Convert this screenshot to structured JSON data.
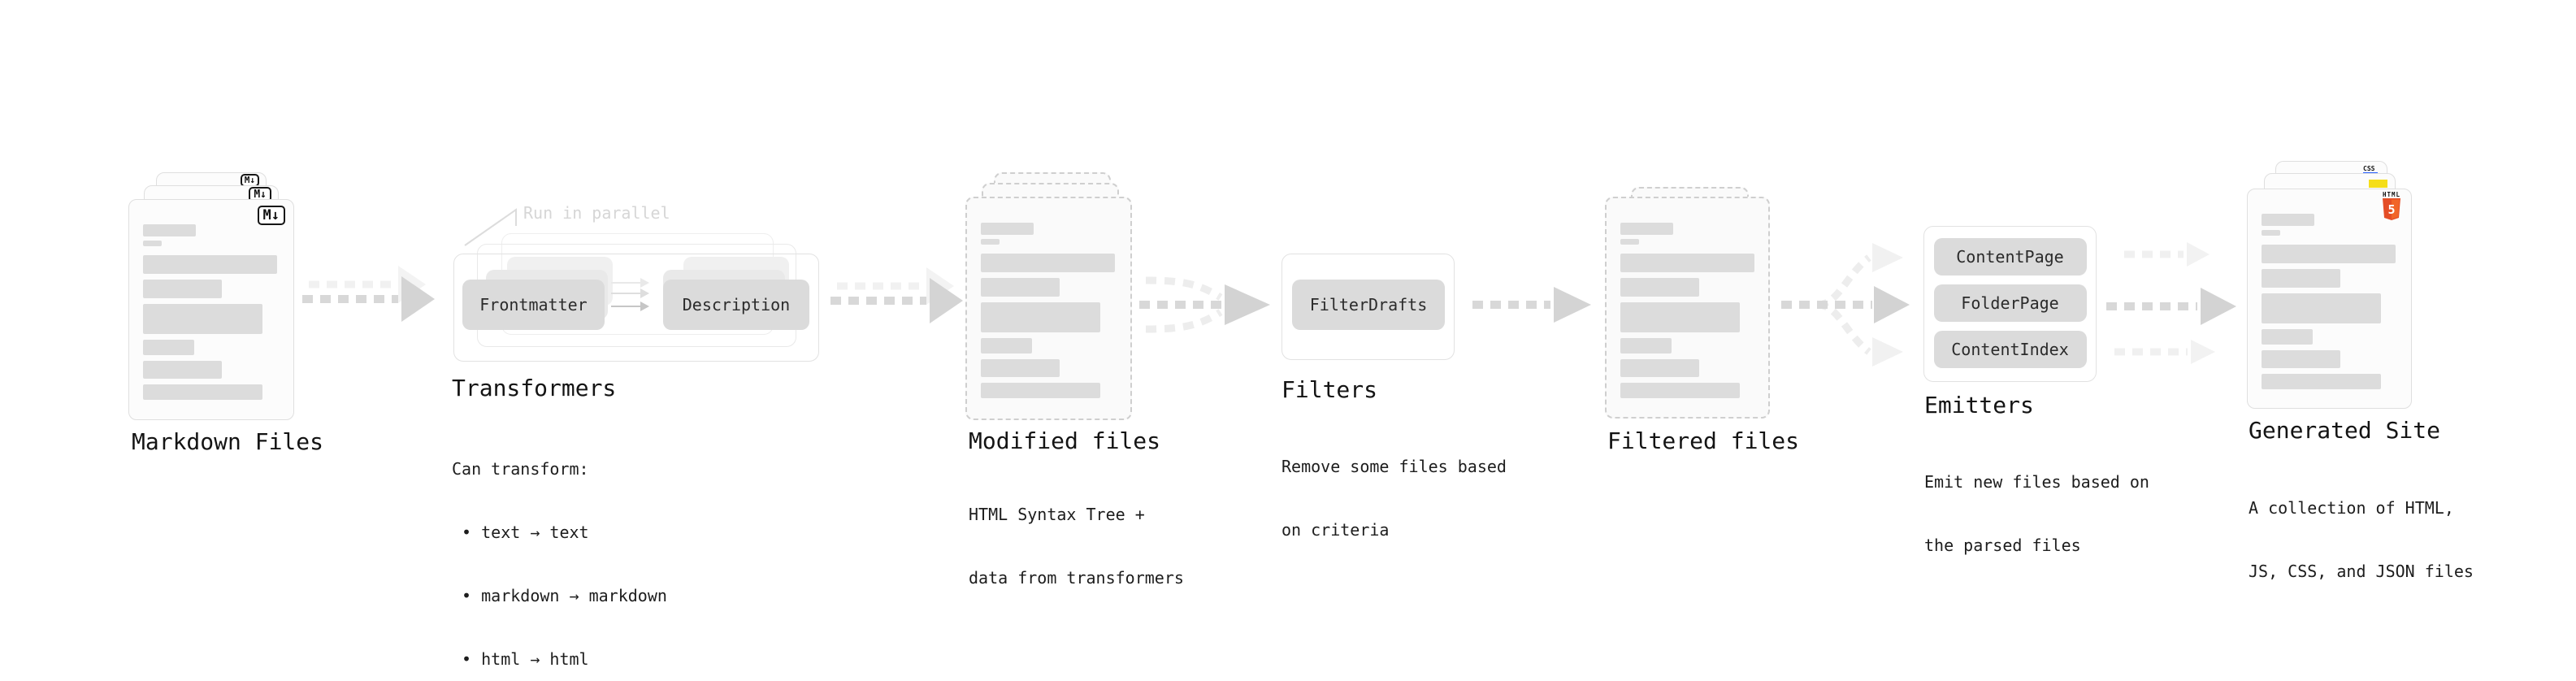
{
  "colors": {
    "html5_orange": "#E44D26",
    "html5_orange_light": "#F16529",
    "js_yellow": "#F5DE19",
    "css_blue": "#2962FF",
    "arrow_dark": "#d8d8d8",
    "arrow_light": "#f0f0f0"
  },
  "markdown_files": {
    "badge": "M↓",
    "title": "Markdown Files"
  },
  "transformers": {
    "annotation": "Run in parallel",
    "pill_left": "Frontmatter",
    "pill_right": "Description",
    "title": "Transformers",
    "body_lines": [
      "Can transform:",
      " • text → text",
      " • markdown → markdown",
      " • html → html"
    ]
  },
  "modified_files": {
    "title": "Modified files",
    "body_lines": [
      "HTML Syntax Tree +",
      "data from transformers"
    ]
  },
  "filters": {
    "pill": "FilterDrafts",
    "title": "Filters",
    "body_lines": [
      "Remove some files based",
      "on criteria"
    ]
  },
  "filtered_files": {
    "title": "Filtered files"
  },
  "emitters": {
    "pills": [
      "ContentPage",
      "FolderPage",
      "ContentIndex"
    ],
    "title": "Emitters",
    "body_lines": [
      "Emit new files based on",
      "the parsed files"
    ]
  },
  "generated_site": {
    "title": "Generated Site",
    "badges": {
      "css": "CSS",
      "html_label": "HTML",
      "html_number": "5"
    },
    "body_lines": [
      "A collection of HTML,",
      "JS, CSS, and JSON files"
    ]
  }
}
